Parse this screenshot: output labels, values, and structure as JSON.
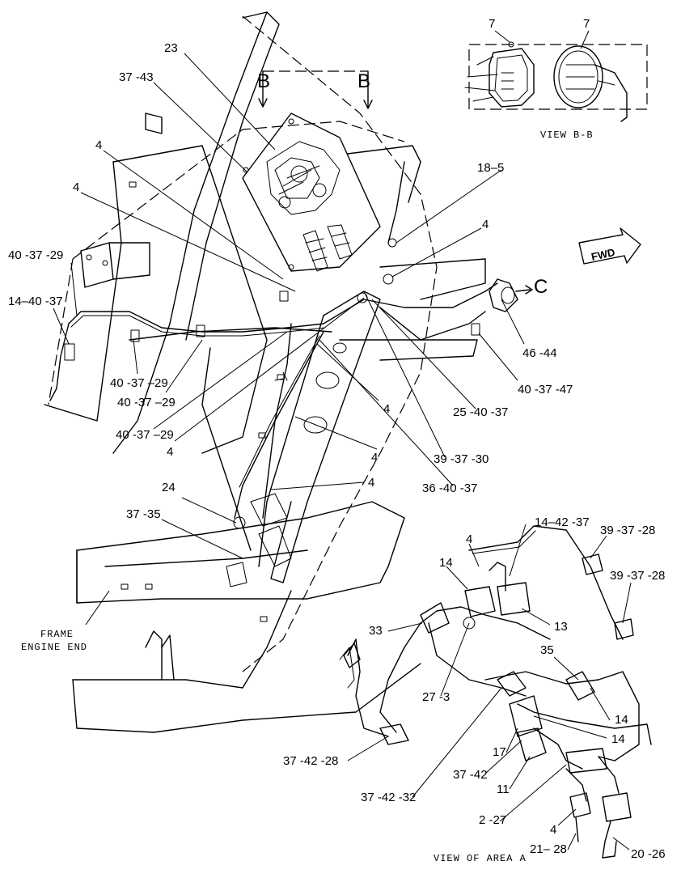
{
  "view_captions": {
    "view_bb": "VIEW B-B",
    "view_area_a": "VIEW OF AREA A",
    "frame_engine_end_line1": "FRAME",
    "frame_engine_end_line2": "ENGINE END"
  },
  "section_markers": {
    "b_left": "B",
    "b_right": "B",
    "c": "C"
  },
  "direction_arrow": "FWD",
  "callouts": {
    "c_7a": "7",
    "c_7b": "7",
    "c_23": "23",
    "c_37_43": "37 -43",
    "c_4_a": "4",
    "c_4_b": "4",
    "c_18_5": "18–5",
    "c_4_c": "4",
    "c_40_37_29_a": "40 -37 -29",
    "c_14_40_37": "14–40 -37",
    "c_40_37_29_b": "40 -37 –29",
    "c_40_37_29_c": "40 -37 –29",
    "c_40_37_29_d": "40 -37 –29",
    "c_4_d": "4",
    "c_46_44": "46 -44",
    "c_40_37_47": "40 -37 -47",
    "c_4_e": "4",
    "c_25_40_37": "25 -40 -37",
    "c_4_f": "4",
    "c_39_37_30": "39 -37 -30",
    "c_4_g": "4",
    "c_36_40_37": "36 -40 -37",
    "c_24": "24",
    "c_37_35": "37 -35",
    "c_14_42_37": "14–42 -37",
    "c_39_37_28_a": "39 -37 -28",
    "c_39_37_28_b": "39 -37 -28",
    "c_4_h": "4",
    "c_14_a": "14",
    "c_13": "13",
    "c_33": "33",
    "c_35": "35",
    "c_27_3": "27 -3",
    "c_14_b": "14",
    "c_14_c": "14",
    "c_17": "17",
    "c_37_42": "37 -42",
    "c_37_42_28": "37 -42 -28",
    "c_11": "11",
    "c_37_42_32": "37 -42 -32",
    "c_2_27": "2 -27",
    "c_4_i": "4",
    "c_21_28": "21– 28",
    "c_20_26": "20 -26"
  }
}
